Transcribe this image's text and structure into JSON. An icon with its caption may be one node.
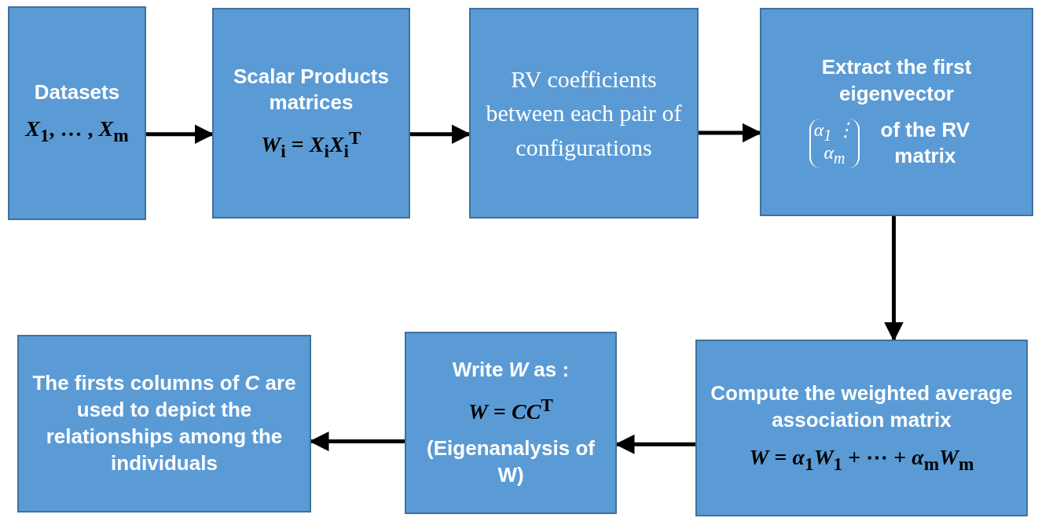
{
  "diagram": {
    "nodes": [
      {
        "text": [
          "Datasets",
          "*X*$_{1}$, … , *X*$_{m}$"
        ]
      },
      {
        "text": [
          "Scalar Products matrices",
          "*W*$_{i}$ = *X*$_{i}$*X*$_{i}$$^{T}$"
        ]
      },
      {
        "text": [
          "RV coefficients between each pair of configurations"
        ]
      },
      {
        "text": [
          "Extract the first eigenvector",
          "α$_{1}$ ⋮ α$_{m}$",
          "of the RV matrix"
        ]
      },
      {
        "text": [
          "Compute the weighted average association matrix",
          "*W* = *α*$_{1}$*W*$_{1}$ + ⋯ + *α*$_{m}$*W*$_{m}$"
        ]
      },
      {
        "text": [
          "Write *W* as :",
          "*W* = *CC*$^{T}$",
          "(Eigenanalysis of W)"
        ]
      },
      {
        "text": [
          "The firsts columns of *C* are used to depict the relationships among the individuals"
        ]
      }
    ],
    "edges": [
      {
        "from": 0,
        "to": 1,
        "arrow": "to"
      },
      {
        "from": 1,
        "to": 2,
        "arrow": "to"
      },
      {
        "from": 2,
        "to": 3,
        "arrow": "to"
      },
      {
        "from": 3,
        "to": 4,
        "arrow": "to"
      },
      {
        "from": 4,
        "to": 5,
        "arrow": "to"
      },
      {
        "from": 5,
        "to": 6,
        "arrow": "to"
      }
    ]
  }
}
